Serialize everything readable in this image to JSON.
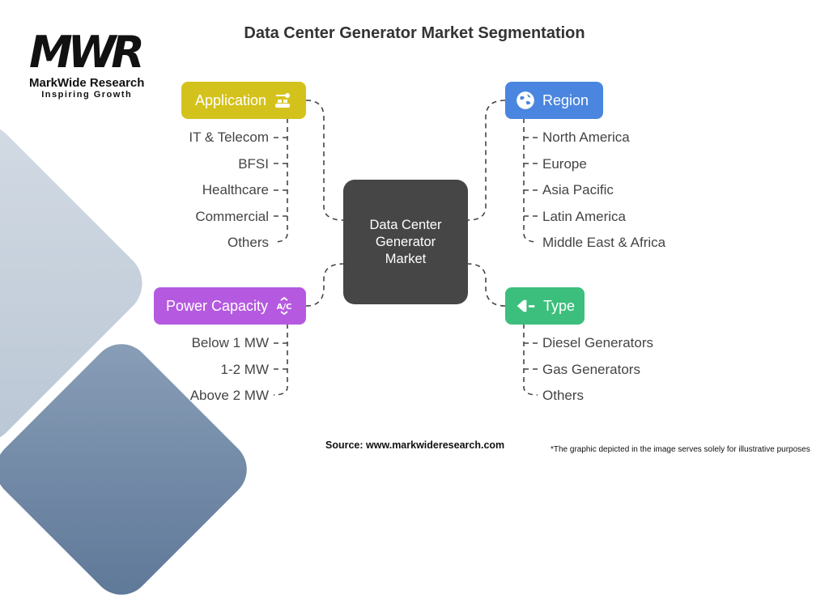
{
  "title": "Data Center Generator Market Segmentation",
  "logo": {
    "mark": "MWR",
    "name": "MarkWide Research",
    "tagline": "Inspiring Growth"
  },
  "center": {
    "label": "Data Center Generator Market"
  },
  "categories": {
    "application": {
      "label": "Application",
      "icon": "conveyor-robot-icon",
      "color": "#d4c21c",
      "items": [
        "IT & Telecom",
        "BFSI",
        "Healthcare",
        "Commercial",
        "Others"
      ]
    },
    "region": {
      "label": "Region",
      "icon": "globe-icon",
      "color": "#4a86e0",
      "items": [
        "North America",
        "Europe",
        "Asia Pacific",
        "Latin America",
        "Middle East & Africa"
      ]
    },
    "power_capacity": {
      "label": "Power Capacity",
      "icon": "ac-icon",
      "color": "#b55ae0",
      "items": [
        "Below 1 MW",
        "1-2 MW",
        "Above 2 MW"
      ]
    },
    "type": {
      "label": "Type",
      "icon": "plug-icon",
      "color": "#3cbf7c",
      "items": [
        "Diesel Generators",
        "Gas Generators",
        "Others"
      ]
    }
  },
  "footer": {
    "source": "Source: www.markwideresearch.com",
    "note": "*The graphic depicted in the image serves solely for illustrative purposes"
  }
}
